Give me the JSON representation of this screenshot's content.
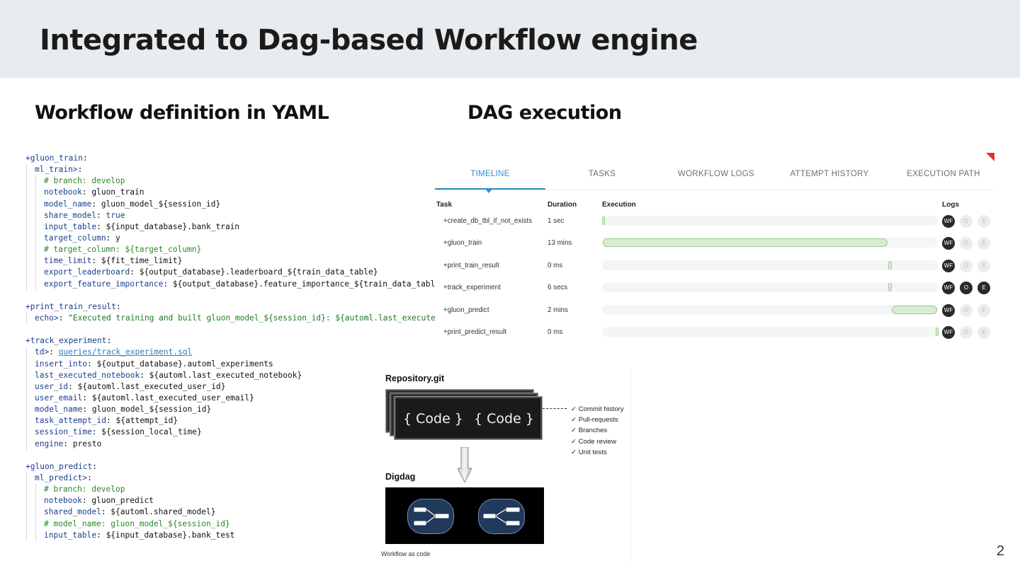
{
  "title": "Integrated to Dag-based Workflow engine",
  "sections": {
    "left": "Workflow definition in YAML",
    "right": "DAG execution"
  },
  "page_number": "2",
  "yaml_lines": [
    {
      "indent": 0,
      "parts": [
        {
          "t": "+gluon_train",
          "c": "key"
        },
        {
          "t": ":",
          "c": "plain"
        }
      ]
    },
    {
      "indent": 1,
      "parts": [
        {
          "t": "ml_train>",
          "c": "key"
        },
        {
          "t": ":",
          "c": "plain"
        }
      ]
    },
    {
      "indent": 2,
      "parts": [
        {
          "t": "# branch: develop",
          "c": "comment"
        }
      ]
    },
    {
      "indent": 2,
      "parts": [
        {
          "t": "notebook",
          "c": "key"
        },
        {
          "t": ": gluon_train",
          "c": "plain"
        }
      ]
    },
    {
      "indent": 2,
      "parts": [
        {
          "t": "model_name",
          "c": "key"
        },
        {
          "t": ": gluon_model_${session_id}",
          "c": "plain"
        }
      ]
    },
    {
      "indent": 2,
      "parts": [
        {
          "t": "share_model",
          "c": "key"
        },
        {
          "t": ": ",
          "c": "plain"
        },
        {
          "t": "true",
          "c": "key"
        }
      ]
    },
    {
      "indent": 2,
      "parts": [
        {
          "t": "input_table",
          "c": "key"
        },
        {
          "t": ": ${input_database}.bank_train",
          "c": "plain"
        }
      ]
    },
    {
      "indent": 2,
      "parts": [
        {
          "t": "target_column",
          "c": "key"
        },
        {
          "t": ": y",
          "c": "plain"
        }
      ]
    },
    {
      "indent": 2,
      "parts": [
        {
          "t": "# target_column: ${target_column}",
          "c": "comment"
        }
      ]
    },
    {
      "indent": 2,
      "parts": [
        {
          "t": "time_limit",
          "c": "key"
        },
        {
          "t": ": ${fit_time_limit}",
          "c": "plain"
        }
      ]
    },
    {
      "indent": 2,
      "parts": [
        {
          "t": "export_leaderboard",
          "c": "key"
        },
        {
          "t": ": ${output_database}.leaderboard_${train_data_table}",
          "c": "plain"
        }
      ]
    },
    {
      "indent": 2,
      "parts": [
        {
          "t": "export_feature_importance",
          "c": "key"
        },
        {
          "t": ": ${output_database}.feature_importance_${train_data_table}",
          "c": "plain"
        }
      ]
    },
    {
      "gap": true
    },
    {
      "indent": 0,
      "parts": [
        {
          "t": "+print_train_result",
          "c": "key"
        },
        {
          "t": ":",
          "c": "plain"
        }
      ]
    },
    {
      "indent": 1,
      "parts": [
        {
          "t": "echo>",
          "c": "key"
        },
        {
          "t": ": ",
          "c": "plain"
        },
        {
          "t": "\"Executed training and built gluon_model_${session_id}: ${automl.last_executed_n",
          "c": "str"
        }
      ]
    },
    {
      "gap": true
    },
    {
      "indent": 0,
      "parts": [
        {
          "t": "+track_experiment",
          "c": "key"
        },
        {
          "t": ":",
          "c": "plain"
        }
      ]
    },
    {
      "indent": 1,
      "parts": [
        {
          "t": "td>",
          "c": "key"
        },
        {
          "t": ": ",
          "c": "plain"
        },
        {
          "t": "queries/track_experiment.sql",
          "c": "link"
        }
      ]
    },
    {
      "indent": 1,
      "parts": [
        {
          "t": "insert_into",
          "c": "key"
        },
        {
          "t": ": ${output_database}.automl_experiments",
          "c": "plain"
        }
      ]
    },
    {
      "indent": 1,
      "parts": [
        {
          "t": "last_executed_notebook",
          "c": "key"
        },
        {
          "t": ": ${automl.last_executed_notebook}",
          "c": "plain"
        }
      ]
    },
    {
      "indent": 1,
      "parts": [
        {
          "t": "user_id",
          "c": "key"
        },
        {
          "t": ": ${automl.last_executed_user_id}",
          "c": "plain"
        }
      ]
    },
    {
      "indent": 1,
      "parts": [
        {
          "t": "user_email",
          "c": "key"
        },
        {
          "t": ": ${automl.last_executed_user_email}",
          "c": "plain"
        }
      ]
    },
    {
      "indent": 1,
      "parts": [
        {
          "t": "model_name",
          "c": "key"
        },
        {
          "t": ": gluon_model_${session_id}",
          "c": "plain"
        }
      ]
    },
    {
      "indent": 1,
      "parts": [
        {
          "t": "task_attempt_id",
          "c": "key"
        },
        {
          "t": ": ${attempt_id}",
          "c": "plain"
        }
      ]
    },
    {
      "indent": 1,
      "parts": [
        {
          "t": "session_time",
          "c": "key"
        },
        {
          "t": ": ${session_local_time}",
          "c": "plain"
        }
      ]
    },
    {
      "indent": 1,
      "parts": [
        {
          "t": "engine",
          "c": "key"
        },
        {
          "t": ": presto",
          "c": "plain"
        }
      ]
    },
    {
      "gap": true
    },
    {
      "indent": 0,
      "parts": [
        {
          "t": "+gluon_predict",
          "c": "key"
        },
        {
          "t": ":",
          "c": "plain"
        }
      ]
    },
    {
      "indent": 1,
      "parts": [
        {
          "t": "ml_predict>",
          "c": "key"
        },
        {
          "t": ":",
          "c": "plain"
        }
      ]
    },
    {
      "indent": 2,
      "parts": [
        {
          "t": "# branch: develop",
          "c": "comment"
        }
      ]
    },
    {
      "indent": 2,
      "parts": [
        {
          "t": "notebook",
          "c": "key"
        },
        {
          "t": ": gluon_predict",
          "c": "plain"
        }
      ]
    },
    {
      "indent": 2,
      "parts": [
        {
          "t": "shared_model",
          "c": "key"
        },
        {
          "t": ": ${automl.shared_model}",
          "c": "plain"
        }
      ]
    },
    {
      "indent": 2,
      "parts": [
        {
          "t": "# model_name: gluon_model_${session_id}",
          "c": "comment"
        }
      ]
    },
    {
      "indent": 2,
      "parts": [
        {
          "t": "input_table",
          "c": "key"
        },
        {
          "t": ": ${input_database}.bank_test",
          "c": "plain"
        }
      ]
    }
  ],
  "dag": {
    "tabs": [
      "TIMELINE",
      "TASKS",
      "WORKFLOW LOGS",
      "ATTEMPT HISTORY",
      "EXECUTION PATH"
    ],
    "active_tab": 0,
    "columns": {
      "task": "Task",
      "duration": "Duration",
      "execution": "Execution",
      "logs": "Logs"
    },
    "log_labels": [
      "WF",
      "O",
      "E"
    ],
    "accent": "#2f8fc9",
    "rows": [
      {
        "task": "+create_db_tbl_if_not_exists",
        "duration": "1 sec",
        "start": 0.0,
        "end": 0.008,
        "logs": [
          true,
          false,
          false
        ]
      },
      {
        "task": "+gluon_train",
        "duration": "13 mins",
        "start": 0.002,
        "end": 0.85,
        "logs": [
          true,
          false,
          false
        ]
      },
      {
        "task": "+print_train_result",
        "duration": "0 ms",
        "start": 0.853,
        "end": 0.862,
        "logs": [
          true,
          false,
          false
        ]
      },
      {
        "task": "+track_experiment",
        "duration": "6 secs",
        "start": 0.853,
        "end": 0.862,
        "logs": [
          true,
          true,
          true
        ]
      },
      {
        "task": "+gluon_predict",
        "duration": "2 mins",
        "start": 0.862,
        "end": 0.998,
        "logs": [
          true,
          false,
          false
        ]
      },
      {
        "task": "+print_predict_result",
        "duration": "0 ms",
        "start": 0.994,
        "end": 1.0,
        "logs": [
          true,
          false,
          false
        ]
      }
    ]
  },
  "diagram": {
    "repo_title": "Repository.git",
    "code_label": "{ Code }",
    "checklist": [
      "✓  Commit history",
      "✓  Pull-requests",
      "✓  Branches",
      "✓  Code review",
      "✓  Unit tests"
    ],
    "digdag_title": "Digdag",
    "caption": "Workflow as code"
  }
}
